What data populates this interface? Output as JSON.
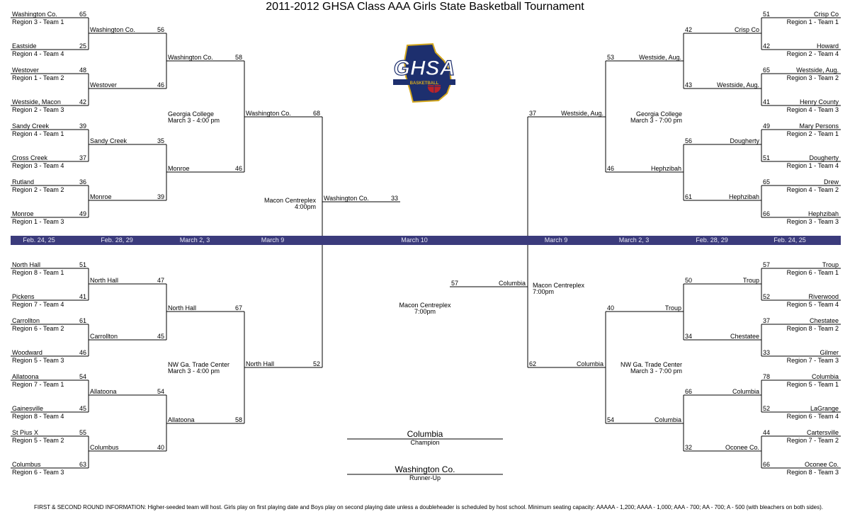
{
  "title": "2011-2012 GHSA Class AAA Girls State Basketball Tournament",
  "dates": [
    "Feb. 24, 25",
    "Feb. 28, 29",
    "March 2, 3",
    "March 9",
    "March 10",
    "March 9",
    "March 2, 3",
    "Feb. 28, 29",
    "Feb. 24, 25"
  ],
  "logo": {
    "text": "GHSA",
    "subtext": "BASKETBALL",
    "colors": {
      "state": "#1d2f6e",
      "ball": "#b8232a",
      "gold": "#d4a81e"
    }
  },
  "colors": {
    "datebar": "#3b3b7c"
  },
  "teams": [
    {
      "name": "Washington Co.",
      "sub": "Region 3 - Team 1",
      "score": "65"
    },
    {
      "name": "Eastside",
      "sub": "Region 4 - Team 4",
      "score": "25"
    },
    {
      "name": "Westover",
      "sub": "Region 1 - Team 2",
      "score": "48"
    },
    {
      "name": "Westside, Macon",
      "sub": "Region 2 - Team 3",
      "score": "42"
    },
    {
      "name": "Sandy Creek",
      "sub": "Region 4 - Team 1",
      "score": "39"
    },
    {
      "name": "Cross Creek",
      "sub": "Region 3 - Team 4",
      "score": "37"
    },
    {
      "name": "Rutland",
      "sub": "Region 2 - Team 2",
      "score": "36"
    },
    {
      "name": "Monroe",
      "sub": "Region 1 - Team 3",
      "score": "49"
    },
    {
      "name": "North Hall",
      "sub": "Region 8 - Team 1",
      "score": "51"
    },
    {
      "name": "Pickens",
      "sub": "Region 7 - Team 4",
      "score": "41"
    },
    {
      "name": "Carrollton",
      "sub": "Region 6 - Team 2",
      "score": "61"
    },
    {
      "name": "Woodward",
      "sub": "Region 5 - Team 3",
      "score": "46"
    },
    {
      "name": "Allatoona",
      "sub": "Region 7 - Team 1",
      "score": "54"
    },
    {
      "name": "Gainesville",
      "sub": "Region 8 - Team 4",
      "score": "45"
    },
    {
      "name": "St Pius X",
      "sub": "Region 5 - Team 2",
      "score": "55"
    },
    {
      "name": "Columbus",
      "sub": "Region 6 - Team 3",
      "score": "63"
    },
    {
      "name": "Crisp Co",
      "sub": "Region 1 - Team 1",
      "score": "51"
    },
    {
      "name": "Howard",
      "sub": "Region 2 - Team 4",
      "score": "42"
    },
    {
      "name": "Westside, Aug.",
      "sub": "Region 3 - Team 2",
      "score": "65"
    },
    {
      "name": "Henry County",
      "sub": "Region 4 - Team 3",
      "score": "41"
    },
    {
      "name": "Mary Persons",
      "sub": "Region 2 - Team 1",
      "score": "49"
    },
    {
      "name": "Dougherty",
      "sub": "Region 1 - Team 4",
      "score": "51"
    },
    {
      "name": "Drew",
      "sub": "Region 4 - Team 2",
      "score": "65"
    },
    {
      "name": "Hephzibah",
      "sub": "Region 3 - Team 3",
      "score": "66"
    },
    {
      "name": "Troup",
      "sub": "Region 6 - Team 1",
      "score": "57"
    },
    {
      "name": "Riverwood",
      "sub": "Region 5 - Team 4",
      "score": "52"
    },
    {
      "name": "Chestatee",
      "sub": "Region 8 - Team 2",
      "score": "37"
    },
    {
      "name": "Gilmer",
      "sub": "Region 7 - Team 3",
      "score": "33"
    },
    {
      "name": "Columbia",
      "sub": "Region 5 - Team 1",
      "score": "78"
    },
    {
      "name": "LaGrange",
      "sub": "Region 6 - Team 4",
      "score": "52"
    },
    {
      "name": "Cartersville",
      "sub": "Region 7 - Team 2",
      "score": "44"
    },
    {
      "name": "Oconee Co.",
      "sub": "Region 8 - Team 3",
      "score": "66"
    }
  ],
  "round2": [
    {
      "name": "Washington Co.",
      "score": "56"
    },
    {
      "name": "Westover",
      "score": "46"
    },
    {
      "name": "Sandy Creek",
      "score": "35"
    },
    {
      "name": "Monroe",
      "score": "39"
    },
    {
      "name": "North Hall",
      "score": "47"
    },
    {
      "name": "Carrollton",
      "score": "45"
    },
    {
      "name": "Allatoona",
      "score": "54"
    },
    {
      "name": "Columbus",
      "score": "40"
    },
    {
      "name": "Crisp Co",
      "score": "42"
    },
    {
      "name": "Westside, Aug.",
      "score": "43"
    },
    {
      "name": "Dougherty",
      "score": "56"
    },
    {
      "name": "Hephzibah",
      "score": "61"
    },
    {
      "name": "Troup",
      "score": "50"
    },
    {
      "name": "Chestatee",
      "score": "34"
    },
    {
      "name": "Columbia",
      "score": "66"
    },
    {
      "name": "Oconee Co.",
      "score": "32"
    }
  ],
  "round3": [
    {
      "name": "Washington Co.",
      "score": "58"
    },
    {
      "name": "Monroe",
      "score": "46"
    },
    {
      "name": "North Hall",
      "score": "67"
    },
    {
      "name": "Allatoona",
      "score": "58"
    },
    {
      "name": "Westside, Aug.",
      "score": "53"
    },
    {
      "name": "Hephzibah",
      "score": "46"
    },
    {
      "name": "Troup",
      "score": "40"
    },
    {
      "name": "Columbia",
      "score": "54"
    }
  ],
  "round4": [
    {
      "name": "Washington Co.",
      "score": "68"
    },
    {
      "name": "North Hall",
      "score": "52"
    },
    {
      "name": "Westside, Aug.",
      "score": "37"
    },
    {
      "name": "Columbia",
      "score": "62"
    }
  ],
  "finals": [
    {
      "name": "Washington Co.",
      "score": "33"
    },
    {
      "name": "Columbia",
      "score": "57"
    }
  ],
  "venues": [
    {
      "line1": "Georgia College",
      "line2": "March 3 - 4:00 pm"
    },
    {
      "line1": "NW Ga. Trade Center",
      "line2": "March 3 - 4:00 pm"
    },
    {
      "line1": "Georgia College",
      "line2": "March 3 - 7:00 pm"
    },
    {
      "line1": "NW Ga. Trade Center",
      "line2": "March 3 - 7:00 pm"
    },
    {
      "line1": "Macon Centreplex",
      "line2": "4:00pm"
    },
    {
      "line1": "Macon Centreplex",
      "line2": "7:00pm"
    },
    {
      "line1": "Macon Centreplex",
      "line2": "7:00pm"
    }
  ],
  "champion": {
    "name": "Columbia",
    "label": "Champion"
  },
  "runnerup": {
    "name": "Washington Co.",
    "label": "Runner-Up"
  },
  "footer": "FIRST & SECOND ROUND INFORMATION: Higher-seeded team will host.  Girls play on first playing date and Boys play on second playing date unless a doubleheader is scheduled by host school.  Minimum seating capacity: AAAAA - 1,200; AAAA - 1,000; AAA - 700; AA - 700; A - 500 (with bleachers on both sides)."
}
